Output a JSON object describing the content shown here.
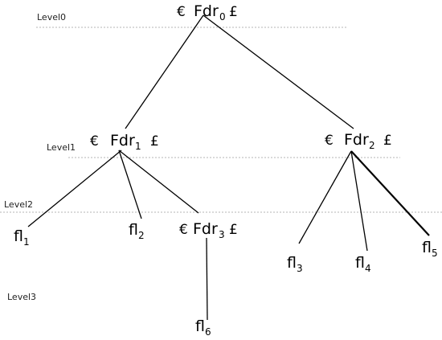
{
  "levels": [
    "Level0",
    "Level1",
    "Level2",
    "Level3"
  ],
  "symbols": {
    "left": "€",
    "right": "£"
  },
  "nodes": {
    "fdr0": {
      "base": "Fdr",
      "sub": "0"
    },
    "fdr1": {
      "base": "Fdr",
      "sub": "1"
    },
    "fdr2": {
      "base": "Fdr",
      "sub": "2"
    },
    "fdr3": {
      "base": "Fdr",
      "sub": "3"
    },
    "fl1": {
      "base": "fl",
      "sub": "1"
    },
    "fl2": {
      "base": "fl",
      "sub": "2"
    },
    "fl3": {
      "base": "fl",
      "sub": "3"
    },
    "fl4": {
      "base": "fl",
      "sub": "4"
    },
    "fl5": {
      "base": "fl",
      "sub": "5"
    },
    "fl6": {
      "base": "fl",
      "sub": "6"
    }
  },
  "edges": [
    [
      "fdr0",
      "fdr1"
    ],
    [
      "fdr0",
      "fdr2"
    ],
    [
      "fdr1",
      "fl1"
    ],
    [
      "fdr1",
      "fl2"
    ],
    [
      "fdr1",
      "fdr3"
    ],
    [
      "fdr2",
      "fl3"
    ],
    [
      "fdr2",
      "fl4"
    ],
    [
      "fdr2",
      "fl5"
    ],
    [
      "fdr3",
      "fl6"
    ]
  ]
}
